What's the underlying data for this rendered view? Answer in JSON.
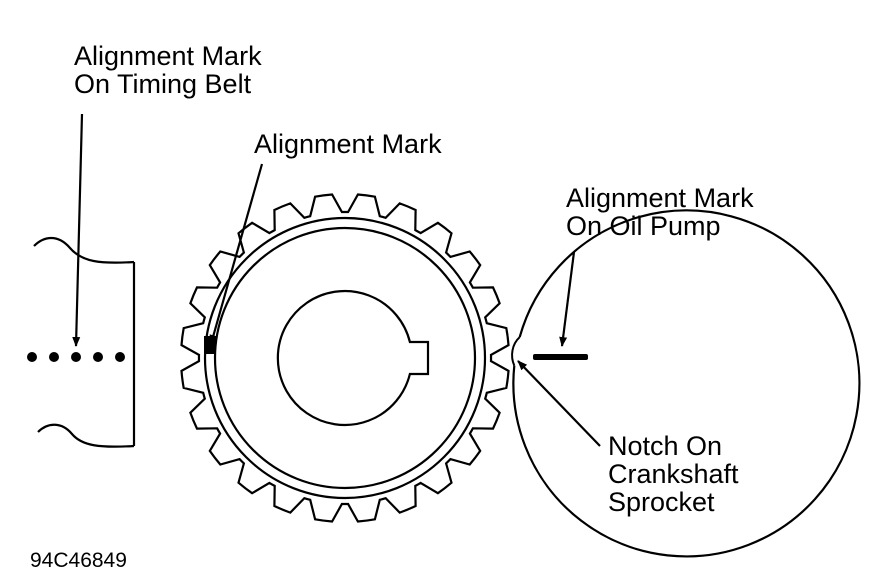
{
  "labels": {
    "timing_belt_mark": [
      "Alignment Mark",
      "On Timing Belt"
    ],
    "sprocket_mark": "Alignment Mark",
    "oil_pump_mark": [
      "Alignment Mark",
      "On Oil Pump"
    ],
    "crankshaft_notch": [
      "Notch On",
      "Crankshaft",
      "Sprocket"
    ]
  },
  "figure_code": "94C46849",
  "sprocket": {
    "teeth": 24
  }
}
